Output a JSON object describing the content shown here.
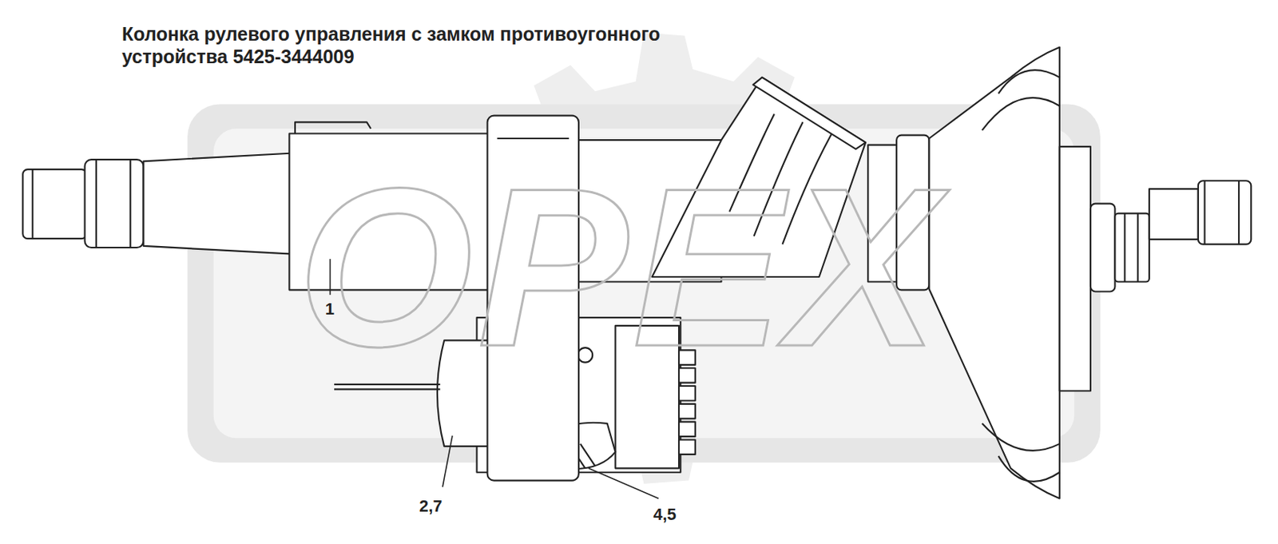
{
  "diagram": {
    "title": "Колонка рулевого управления с замком противоугонного устройства 5425-3444009",
    "labels": [
      "OPEX",
      "1",
      "2,7",
      "4,5"
    ]
  }
}
